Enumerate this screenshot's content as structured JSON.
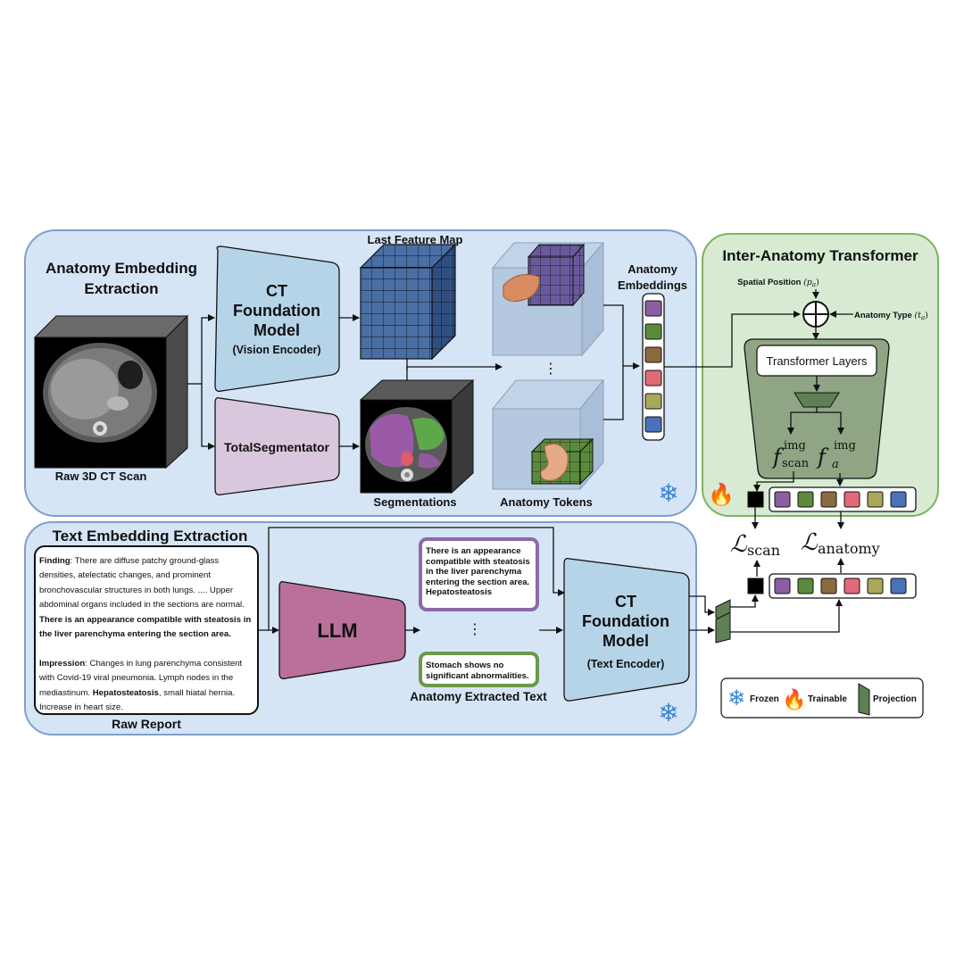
{
  "top_panel": {
    "title_line1": "Anatomy Embedding",
    "title_line2": "Extraction",
    "raw_scan_label": "Raw 3D CT Scan",
    "vision_encoder": {
      "line1": "CT",
      "line2": "Foundation",
      "line3": "Model",
      "sub": "(Vision Encoder)"
    },
    "segmentator_label": "TotalSegmentator",
    "feature_map_label": "Last Feature Map",
    "segmentations_label": "Segmentations",
    "anatomy_tokens_label": "Anatomy Tokens",
    "anatomy_embeddings_line1": "Anatomy",
    "anatomy_embeddings_line2": "Embeddings",
    "ellipsis": "⋮"
  },
  "transformer_panel": {
    "title": "Inter-Anatomy Transformer",
    "spatial_position": "Spatial Position",
    "spatial_symbol": "(p",
    "spatial_sub": "a",
    "anatomy_type": "Anatomy Type",
    "anatomy_type_symbol": "(t",
    "anatomy_type_sub": "a",
    "layers_label": "Transformer Layers",
    "f_scan_sup": "img",
    "f_scan_sub": "scan",
    "f_a_sup": "img",
    "f_a_sub": "a",
    "f_symbol": "f"
  },
  "losses": {
    "scan_symbol": "ℒ",
    "scan_sub": "scan",
    "anatomy_symbol": "ℒ",
    "anatomy_sub": "anatomy"
  },
  "bottom_panel": {
    "title": "Text Embedding Extraction",
    "report": {
      "finding_label": "Finding",
      "finding_text": ": There are diffuse patchy ground-glass densities, atelectatic changes, and prominent bronchovascular structures in both lungs. .... Upper abdominal organs included in the sections are normal.",
      "finding_bold": "There is an appearance compatible with steatosis in the liver parenchyma entering the section area.",
      "impression_label": "Impression",
      "impression_text": ": Changes in lung parenchyma consistent with Covid-19 viral pneumonia. Lymph nodes in the mediastinum.",
      "impression_bold": "Hepatosteatosis",
      "impression_tail": ", small hiatal hernia. Increase in heart size."
    },
    "raw_report_label": "Raw Report",
    "llm_label": "LLM",
    "extracted_liver": "There is an appearance compatible with steatosis in the liver parenchyma entering the section area. Hepatosteatosis",
    "extracted_stomach": "Stomach shows no significant abnormalities.",
    "extracted_label": "Anatomy Extracted Text",
    "ellipsis": "⋮",
    "text_encoder": {
      "line1": "CT",
      "line2": "Foundation",
      "line3": "Model",
      "sub": "(Text Encoder)"
    }
  },
  "legend": {
    "frozen": "Frozen",
    "trainable": "Trainable",
    "projection": "Projection"
  },
  "colors": {
    "top_panel_bg": "#d6e5f5",
    "top_panel_border": "#7f9fcd",
    "transformer_bg": "#d9ead3",
    "transformer_border": "#7ab45f",
    "encoder_fill": "#b6d4e8",
    "segmentator_fill": "#d8c7dd",
    "llm_fill": "#b9709a",
    "projection_fill": "#5f7f55",
    "feature_cube": "#3f6296",
    "token_purple": "#6a5a9c",
    "token_green": "#5b8a3d"
  },
  "embedding_colors": [
    "#8a5ea0",
    "#5b8a3d",
    "#8a6a40",
    "#e06a78",
    "#a8a75a",
    "#4a72b8"
  ],
  "snowflake_icon": "❄",
  "fire_icon": "🔥"
}
